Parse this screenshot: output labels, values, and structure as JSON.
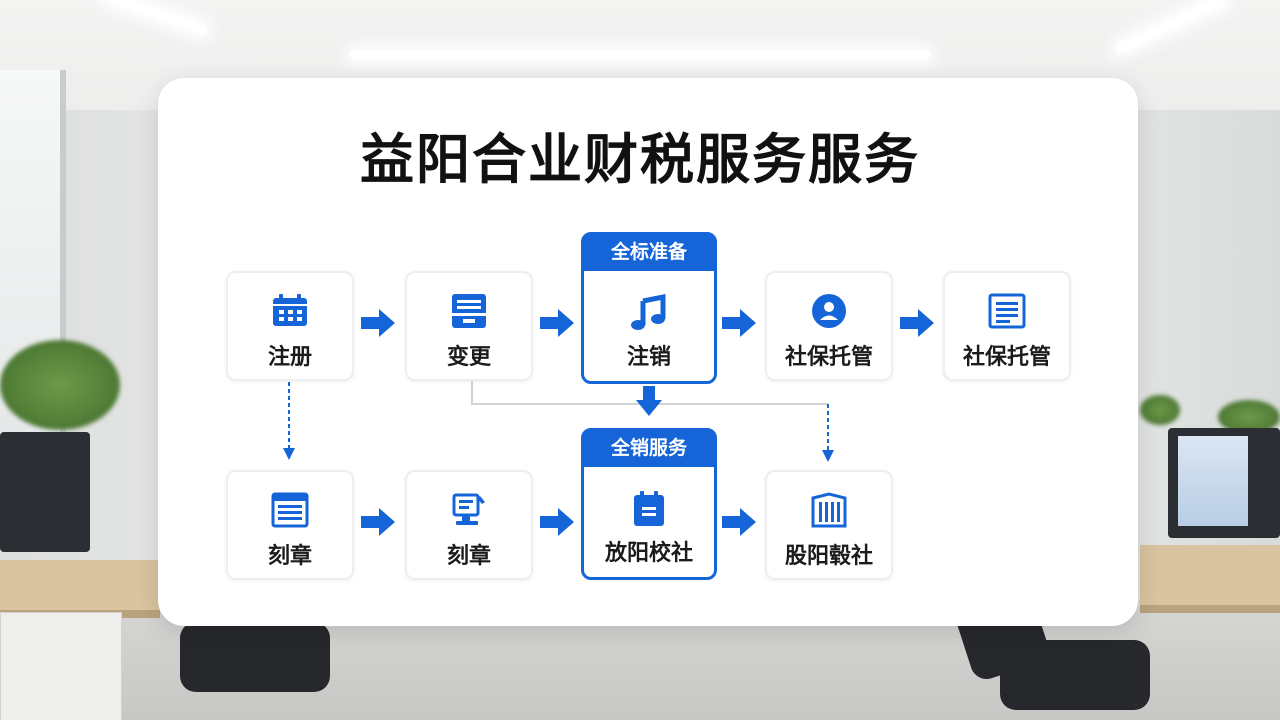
{
  "title": "益阳合业财税服务服务",
  "colors": {
    "accent": "#1565d8",
    "card": "#ffffff",
    "text": "#111111"
  },
  "row1": [
    {
      "label": "注册",
      "icon": "calendar-icon"
    },
    {
      "label": "变更",
      "icon": "file-drawer-icon"
    },
    {
      "header": "全标准备",
      "label": "注销",
      "icon": "music-note-icon"
    },
    {
      "label": "社保托管",
      "icon": "user-circle-icon"
    },
    {
      "label": "社保托管",
      "icon": "document-list-icon"
    }
  ],
  "row2": [
    {
      "label": "刻章",
      "icon": "table-list-icon"
    },
    {
      "label": "刻章",
      "icon": "stamp-printer-icon"
    },
    {
      "header": "全销服务",
      "label": "放阳校社",
      "icon": "clipboard-icon"
    },
    {
      "label": "股阳毂社",
      "icon": "building-book-icon"
    }
  ]
}
